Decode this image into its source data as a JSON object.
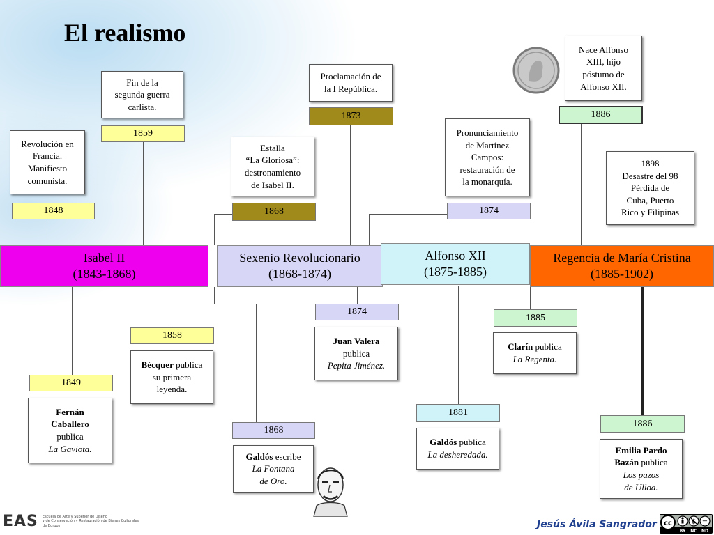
{
  "title": "El realismo",
  "periods": {
    "isabel": {
      "name": "Isabel II",
      "years": "(1843-1868)",
      "color": "#ee00ee"
    },
    "sexenio": {
      "name": "Sexenio Revolucionario",
      "years": "(1868-1874)",
      "color": "#d8d6f6"
    },
    "alfonso": {
      "name": "Alfonso XII",
      "years": "(1875-1885)",
      "color": "#cff3f8"
    },
    "regencia": {
      "name": "Regencia de María Cristina",
      "years": "(1885-1902)",
      "color": "#ff6600"
    }
  },
  "events_top": {
    "e1848": {
      "year": "1848",
      "text": [
        "Revolución en",
        "Francia.",
        "Manifiesto",
        "comunista."
      ]
    },
    "e1859": {
      "year": "1859",
      "text": [
        "Fin de la",
        "segunda guerra",
        "carlista."
      ]
    },
    "e1868": {
      "year": "1868",
      "text": [
        "Estalla",
        "“La Gloriosa”:",
        "destronamiento",
        "de Isabel II."
      ]
    },
    "e1873": {
      "year": "1873",
      "text": [
        "Proclamación de",
        "la I República."
      ]
    },
    "e1874": {
      "year": "1874",
      "text": [
        "Pronunciamiento",
        "de Martínez",
        "Campos:",
        "restauración de",
        "la monarquía."
      ]
    },
    "e1886": {
      "year": "1886",
      "text": [
        "Nace Alfonso",
        "XIII, hijo",
        "póstumo de",
        "Alfonso XII."
      ]
    },
    "e1898": {
      "text": [
        "1898",
        "Desastre del 98",
        "Pérdida de",
        "Cuba, Puerto",
        "Rico y Filipinas"
      ]
    }
  },
  "events_bottom": {
    "b1849": {
      "year": "1849",
      "author": [
        "Fernán",
        "Caballero"
      ],
      "verb": "publica",
      "work": "La Gaviota."
    },
    "b1858": {
      "year": "1858",
      "author": "Bécquer",
      "rest": [
        "publica",
        "su primera",
        "leyenda."
      ]
    },
    "b1868": {
      "year": "1868",
      "author": "Galdós",
      "verb": "escribe",
      "work": [
        "La Fontana",
        "de Oro."
      ]
    },
    "b1874": {
      "year": "1874",
      "author": "Juan Valera",
      "verb": "publica",
      "work": "Pepita Jiménez."
    },
    "b1881": {
      "year": "1881",
      "author": "Galdós",
      "verb": "publica",
      "work": "La desheredada."
    },
    "b1885": {
      "year": "1885",
      "author": "Clarín",
      "verb": "publica",
      "work": "La Regenta."
    },
    "b1886": {
      "year": "1886",
      "author": [
        "Emilia Pardo",
        "Bazán"
      ],
      "verb": "publica",
      "work": [
        "Los pazos",
        "de Ulloa."
      ]
    }
  },
  "footer": {
    "author": "Jesús Ávila Sangrador",
    "logo_letters": "EAS",
    "school": [
      "Escuela de Arte y Superior de Diseño",
      "y de Conservación y Restauración de Bienes Culturales",
      "de Burgos"
    ],
    "license": {
      "main": "cc",
      "tags": [
        "BY",
        "NC",
        "ND"
      ]
    }
  }
}
